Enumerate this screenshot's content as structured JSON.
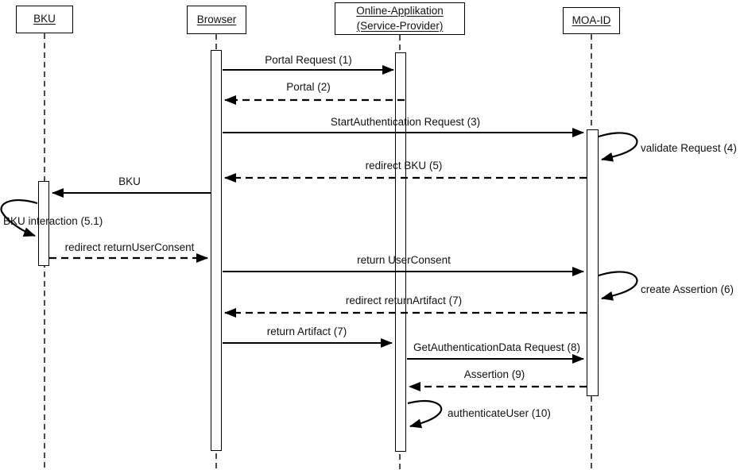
{
  "colors": {
    "line": "#000000",
    "background": "#ffffff",
    "text": "#111111"
  },
  "actors": [
    {
      "label": "BKU"
    },
    {
      "label": "Browser"
    },
    {
      "label": "Online-Applikation (Service-Provider)"
    },
    {
      "label": "MOA-ID"
    }
  ],
  "messages": [
    {
      "label": "Portal Request (1)",
      "from": "Browser",
      "to": "Online-Applikation (Service-Provider)",
      "type": "solid-arrow"
    },
    {
      "label": "Portal (2)",
      "from": "Online-Applikation (Service-Provider)",
      "to": "Browser",
      "type": "dashed-arrow"
    },
    {
      "label": "StartAuthentication Request (3)",
      "from": "Browser",
      "to": "MOA-ID",
      "type": "solid-arrow"
    },
    {
      "label": "validate Request (4)",
      "from": "MOA-ID",
      "to": "MOA-ID",
      "type": "self-loop"
    },
    {
      "label": "redirect BKU (5)",
      "from": "MOA-ID",
      "to": "Browser",
      "type": "dashed-arrow"
    },
    {
      "label": "BKU",
      "from": "Browser",
      "to": "BKU",
      "type": "solid-arrow"
    },
    {
      "label": "BKU interaction (5.1)",
      "from": "BKU",
      "to": "BKU",
      "type": "self-loop"
    },
    {
      "label": "redirect returnUserConsent",
      "from": "BKU",
      "to": "Browser",
      "type": "dashed-arrow"
    },
    {
      "label": "return UserConsent",
      "from": "Browser",
      "to": "MOA-ID",
      "type": "solid-arrow"
    },
    {
      "label": "create Assertion (6)",
      "from": "MOA-ID",
      "to": "MOA-ID",
      "type": "self-loop"
    },
    {
      "label": "redirect returnArtifact (7)",
      "from": "MOA-ID",
      "to": "Browser",
      "type": "dashed-arrow"
    },
    {
      "label": "return Artifact (7)",
      "from": "Browser",
      "to": "Online-Applikation (Service-Provider)",
      "type": "solid-arrow"
    },
    {
      "label": "GetAuthenticationData Request (8)",
      "from": "Online-Applikation (Service-Provider)",
      "to": "MOA-ID",
      "type": "solid-arrow"
    },
    {
      "label": "Assertion (9)",
      "from": "MOA-ID",
      "to": "Online-Applikation (Service-Provider)",
      "type": "dashed-arrow"
    },
    {
      "label": "authenticateUser (10)",
      "from": "Online-Applikation (Service-Provider)",
      "to": "Online-Applikation (Service-Provider)",
      "type": "self-loop"
    }
  ]
}
